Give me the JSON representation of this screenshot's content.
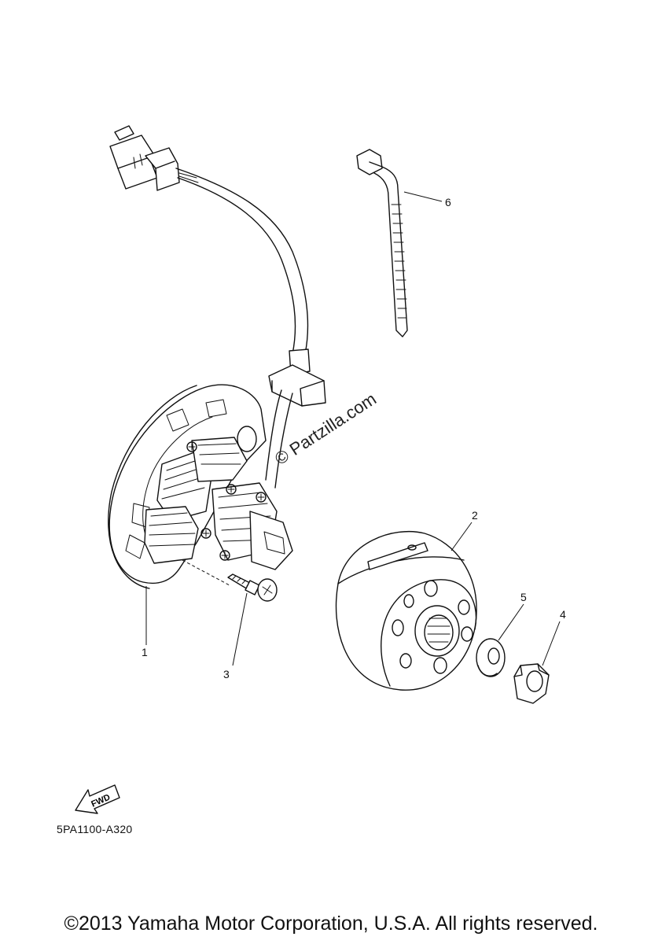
{
  "diagram": {
    "callouts": [
      {
        "id": "1",
        "label": "1"
      },
      {
        "id": "2",
        "label": "2"
      },
      {
        "id": "3",
        "label": "3"
      },
      {
        "id": "4",
        "label": "4"
      },
      {
        "id": "5",
        "label": "5"
      },
      {
        "id": "6",
        "label": "6"
      }
    ],
    "fwd_label": "FWD",
    "diagram_code": "5PA1100-A320",
    "watermark": "© Partzilla.com"
  },
  "footer": {
    "copyright": "©2013 Yamaha Motor Corporation, U.S.A. All rights reserved."
  }
}
